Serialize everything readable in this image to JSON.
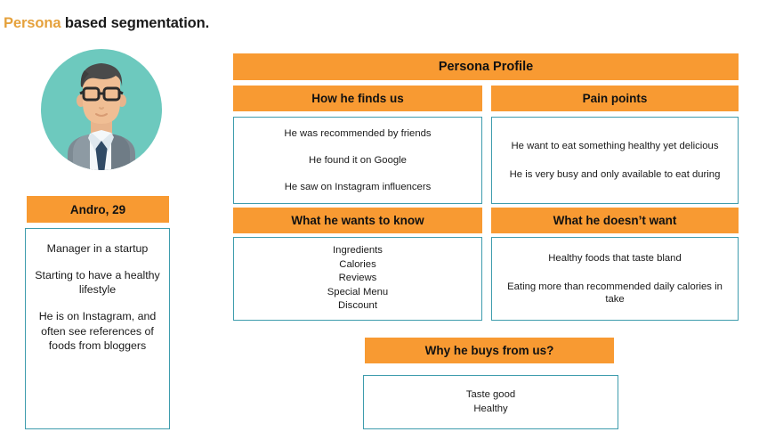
{
  "title": {
    "accent": "Persona",
    "rest": " based segmentation."
  },
  "colors": {
    "orange": "#F89A32",
    "teal_border": "#3E9CAD",
    "avatar_bg": "#6DC9BE",
    "title_accent": "#E5A13C"
  },
  "persona": {
    "avatar_icon": "male-avatar-glasses-suit-icon",
    "name_label": "Andro, 29",
    "bio": [
      "Manager in a startup",
      "Starting to have a healthy lifestyle",
      "He is on Instagram, and often see references of foods from bloggers"
    ]
  },
  "profile": {
    "header": "Persona Profile",
    "sections": {
      "finds": {
        "header": "How he finds us",
        "items": [
          "He was recommended by friends",
          "He found it on Google",
          "He saw on Instagram influencers"
        ]
      },
      "pain": {
        "header": "Pain points",
        "items": [
          "He want to eat something healthy yet delicious",
          "He is very busy and only available to eat during"
        ]
      },
      "wants": {
        "header": "What he wants to know",
        "items": [
          "Ingredients",
          "Calories",
          "Reviews",
          "Special Menu",
          "Discount"
        ]
      },
      "doesnt": {
        "header": "What he doesn’t want",
        "items": [
          "Healthy foods that taste bland",
          "Eating more than recommended daily calories in take"
        ]
      },
      "why": {
        "header": "Why he buys from us?",
        "items": [
          "Taste good",
          "Healthy"
        ]
      }
    }
  }
}
